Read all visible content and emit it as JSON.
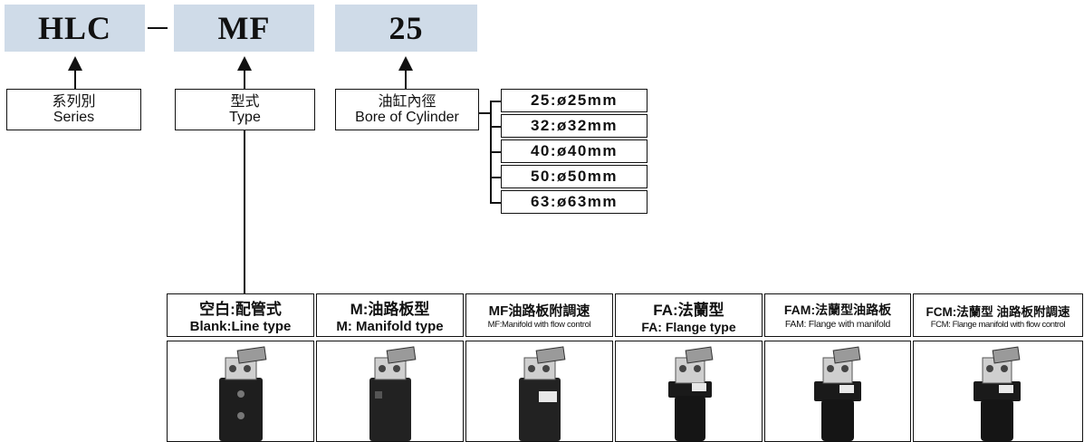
{
  "model_codes": {
    "series": "HLC",
    "separator": "–",
    "type": "MF",
    "bore": "25"
  },
  "labels": {
    "series": {
      "zh": "系列別",
      "en": "Series"
    },
    "type": {
      "zh": "型式",
      "en": "Type"
    },
    "bore": {
      "zh": "油缸內徑",
      "en": "Bore of Cylinder"
    }
  },
  "bore_options": [
    "25:ø25mm",
    "32:ø32mm",
    "40:ø40mm",
    "50:ø50mm",
    "63:ø63mm"
  ],
  "type_options": [
    {
      "zh": "空白:配管式",
      "en": "Blank:Line type",
      "style": "plain"
    },
    {
      "zh": "M:油路板型",
      "en": "M: Manifold type",
      "style": "plain"
    },
    {
      "zh": "MF油路板附調速",
      "en": "MF:Manifold with flow control",
      "style": "plain"
    },
    {
      "zh": "FA:法蘭型",
      "en": "FA: Flange type",
      "style": "flange"
    },
    {
      "zh": "FAM:法蘭型油路板",
      "en": "FAM: Flange with manifold",
      "style": "flange"
    },
    {
      "zh": "FCM:法蘭型 油路板附調速",
      "en": "FCM: Flange manifold with flow control",
      "style": "flange"
    }
  ],
  "colors": {
    "code_bg": "#cfdbe8",
    "line": "#111111",
    "cylinder_body": "#1a1a1a"
  }
}
